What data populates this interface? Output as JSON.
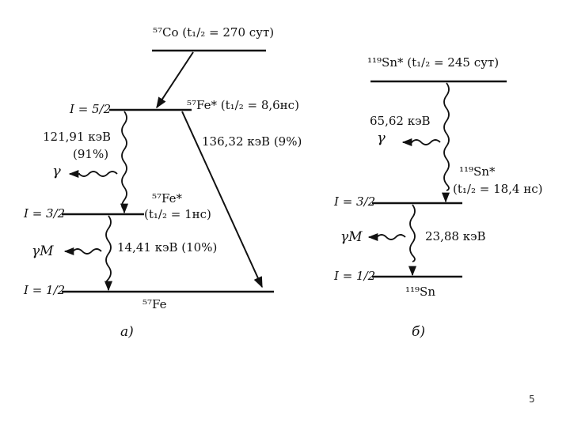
{
  "diagram_a": {
    "parent": "⁵⁷Co (t₁/₂ = 270 сут)",
    "excited_label": "⁵⁷Fe* (t₁/₂ = 8,6нс)",
    "level_52": "I = 5/2",
    "trans_121_energy": "121,91 кэВ",
    "trans_121_pct": "(91%)",
    "gamma": "γ",
    "trans_136": "136,32 кэВ (9%)",
    "level_32": "I = 3/2",
    "mid_label_1": "⁵⁷Fe*",
    "mid_label_2": "(t₁/₂ = 1нс)",
    "gamma_m": "γM",
    "trans_14": "14,41 кэВ (10%)",
    "level_12": "I = 1/2",
    "ground": "⁵⁷Fe",
    "caption": "а)"
  },
  "diagram_b": {
    "parent": "¹¹⁹Sn* (t₁/₂ = 245 сут)",
    "trans_65": "65,62 кэВ",
    "gamma": "γ",
    "excited_1": "¹¹⁹Sn*",
    "excited_2": "(t₁/₂ = 18,4 нс)",
    "level_32": "I = 3/2",
    "gamma_m": "γM",
    "trans_23": "23,88 кэВ",
    "level_12": "I = 1/2",
    "ground": "¹¹⁹Sn",
    "caption": "б)"
  },
  "page_number": "5"
}
